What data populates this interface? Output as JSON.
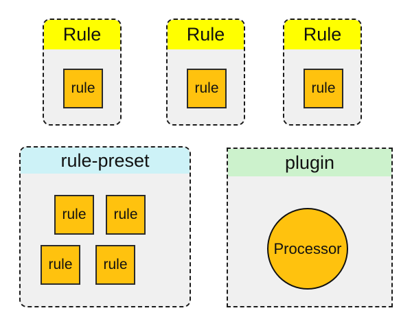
{
  "diagram": {
    "rule_boxes": [
      {
        "title": "Rule",
        "item": "rule"
      },
      {
        "title": "Rule",
        "item": "rule"
      },
      {
        "title": "Rule",
        "item": "rule"
      }
    ],
    "rule_preset": {
      "title": "rule-preset",
      "items": [
        "rule",
        "rule",
        "rule",
        "rule"
      ]
    },
    "plugin": {
      "title": "plugin",
      "node": "Processor"
    }
  },
  "colors": {
    "rule_header": "#ffff00",
    "rule_preset_header": "#cdf2f7",
    "plugin_header": "#ccf2cc",
    "container_body": "#f0f0f0",
    "node_fill": "#ffc20e",
    "border": "#1a1a1a"
  }
}
